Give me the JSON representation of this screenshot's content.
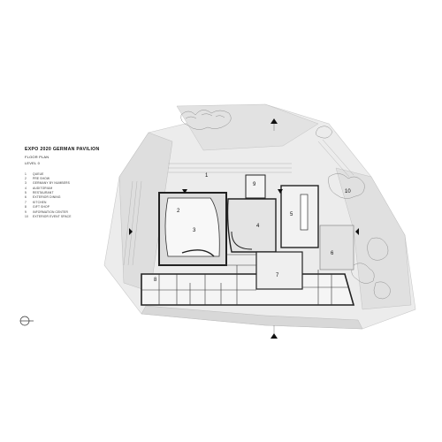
{
  "title": "EXPO 2020 GERMAN PAVILION",
  "subtitle": "FLOOR PLAN",
  "level": "LEVEL 0",
  "legend": [
    {
      "num": "1",
      "text": "QUEUE"
    },
    {
      "num": "2",
      "text": "PRE SHOW"
    },
    {
      "num": "3",
      "text": "GERMANY BY NUMBERS"
    },
    {
      "num": "4",
      "text": "AUDITORIUM"
    },
    {
      "num": "5",
      "text": "RESTAURANT"
    },
    {
      "num": "6",
      "text": "EXTERIOR DINING"
    },
    {
      "num": "7",
      "text": "KITCHEN"
    },
    {
      "num": "8",
      "text": "GIFT SHOP"
    },
    {
      "num": "9",
      "text": "INFORMATION CENTER"
    },
    {
      "num": "10",
      "text": "EXTERIOR EVENT SPACE"
    }
  ],
  "plan_labels": [
    "1",
    "2",
    "3",
    "4",
    "5",
    "6",
    "7",
    "8",
    "9",
    "10"
  ],
  "colors": {
    "site": "#e9e9e9",
    "shade": "#d4d4d4",
    "wall": "#222222",
    "ink": "#111111"
  }
}
